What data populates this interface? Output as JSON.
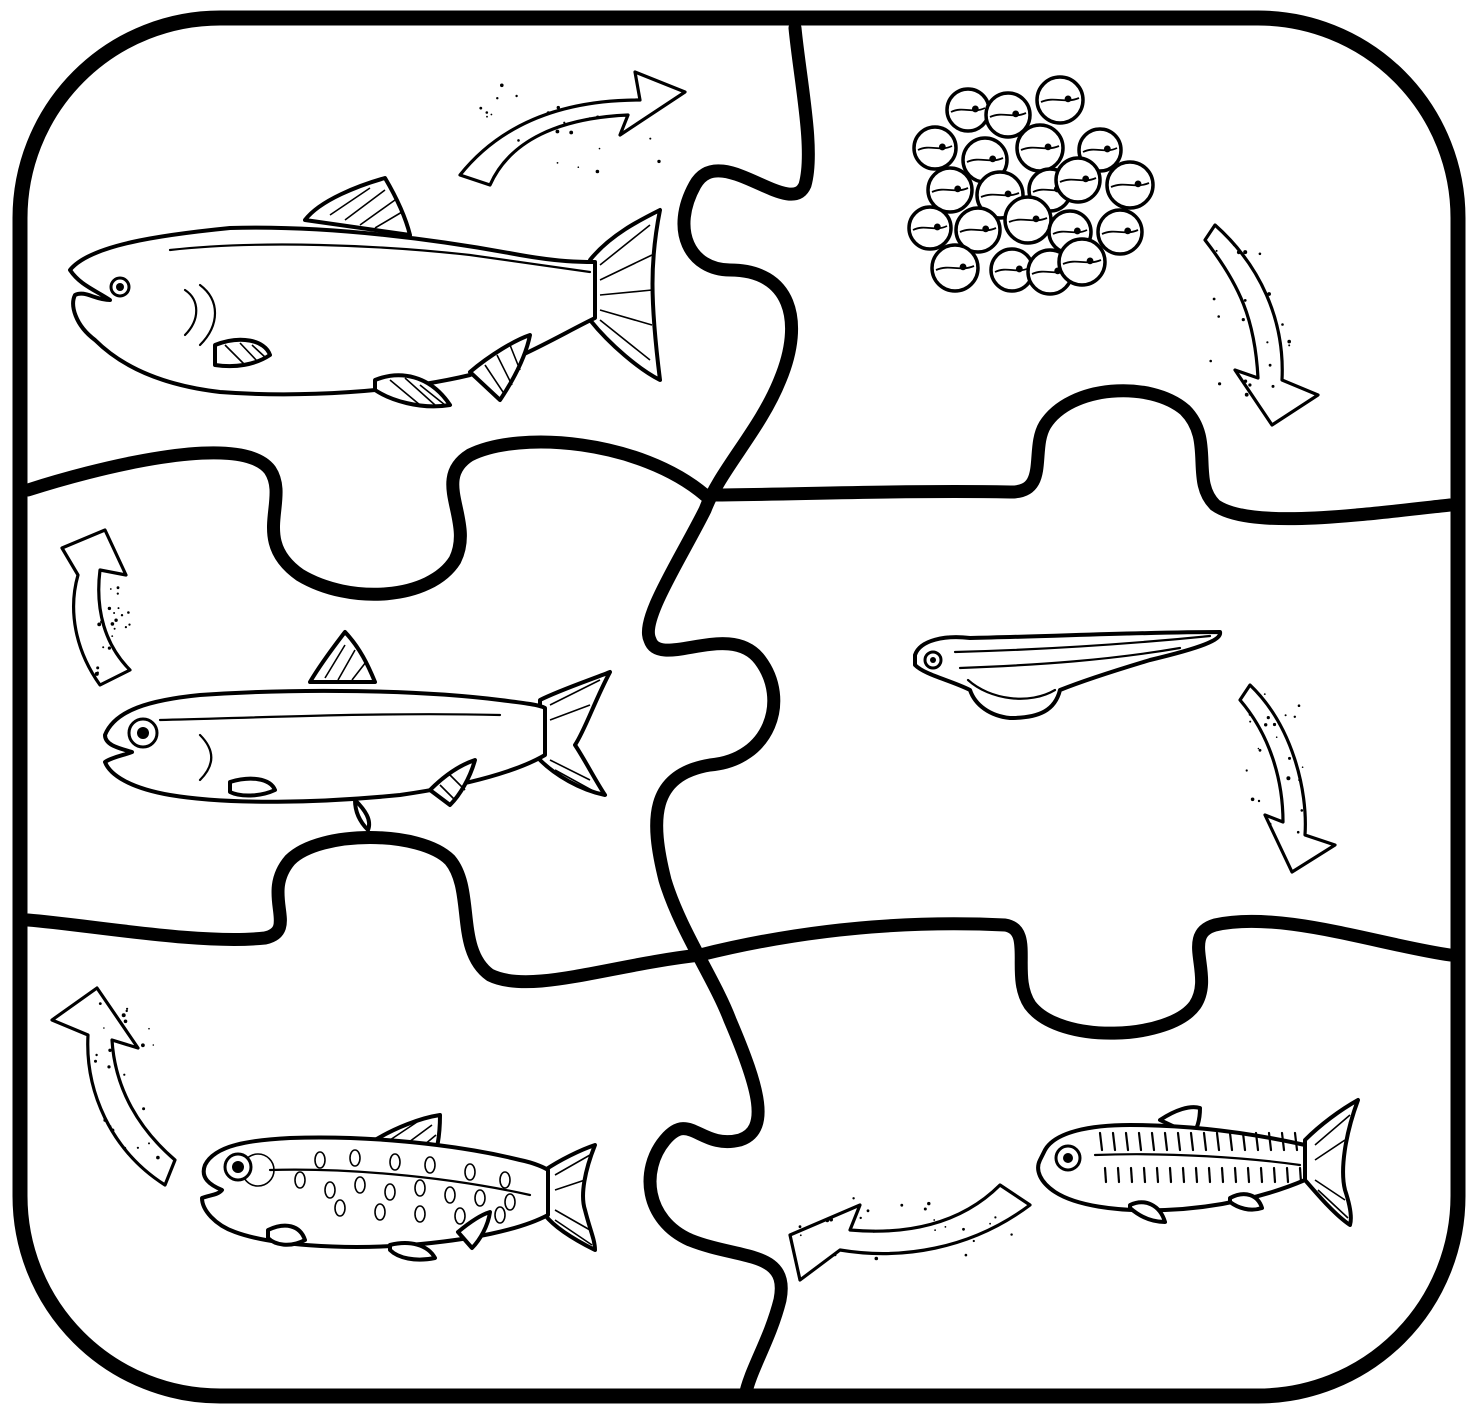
{
  "diagram": {
    "kind": "life-cycle-puzzle",
    "stages": [
      {
        "id": "adult",
        "icon": "adult-salmon-icon"
      },
      {
        "id": "eggs",
        "icon": "egg-cluster-icon"
      },
      {
        "id": "alevin",
        "icon": "alevin-icon"
      },
      {
        "id": "fry",
        "icon": "fry-icon"
      },
      {
        "id": "parr",
        "icon": "parr-icon"
      },
      {
        "id": "smolt",
        "icon": "smolt-icon"
      }
    ],
    "cycle_order": [
      "adult",
      "eggs",
      "alevin",
      "fry",
      "parr",
      "smolt"
    ],
    "colors": {
      "ink": "#000000",
      "paper": "#ffffff"
    }
  }
}
